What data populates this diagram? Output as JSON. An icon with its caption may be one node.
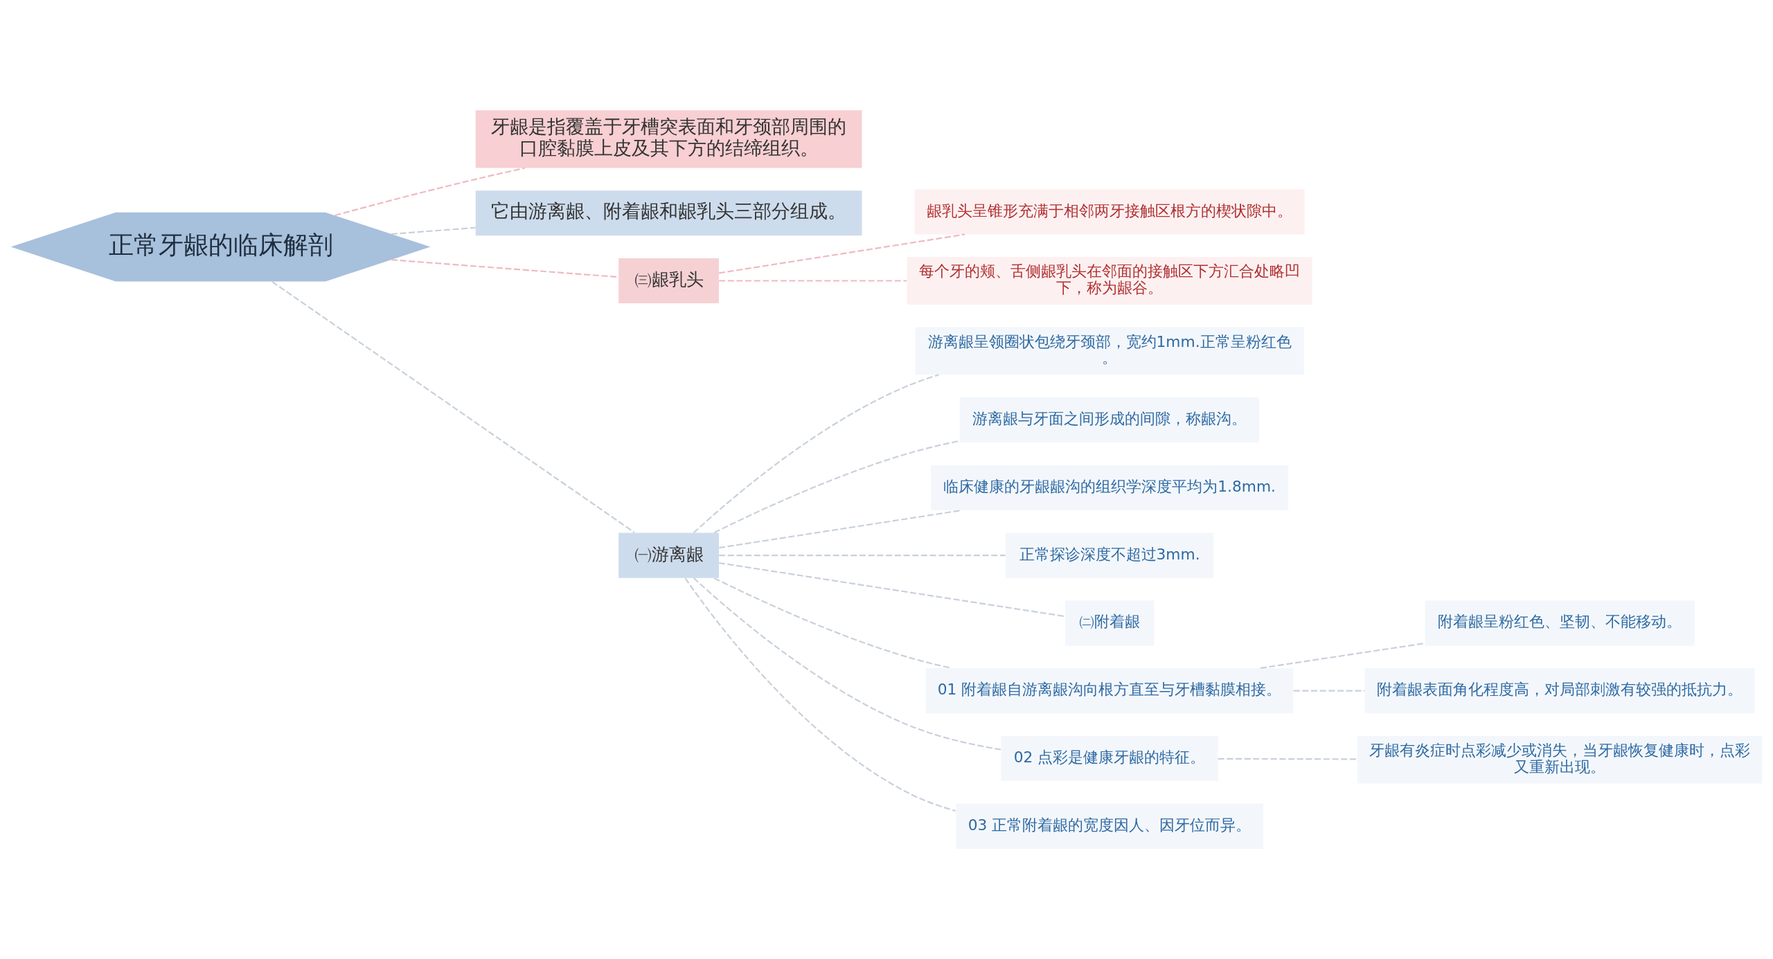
{
  "diagram": {
    "nodes": [
      {
        "text": [
          "正常牙龈的临床解剖"
        ]
      },
      {
        "text": [
          "牙龈是指覆盖于牙槽突表面和牙颈部周围的口腔黏膜上皮及其下方的结缔组织。"
        ]
      },
      {
        "text": [
          "它由游离龈、附着龈和龈乳头三部分组成。"
        ]
      },
      {
        "text": [
          "㈢龈乳头"
        ]
      },
      {
        "text": [
          "龈乳头呈锥形充满于相邻两牙接触区根方的楔状隙中。"
        ]
      },
      {
        "text": [
          "每个牙的颊、舌侧龈乳头在邻面的接触区下方汇合处略凹下，称为龈谷。"
        ]
      },
      {
        "text": [
          "㈠游离龈"
        ]
      },
      {
        "text": [
          "游离龈呈领圈状包绕牙颈部，宽约1mm.正常呈粉红色。"
        ]
      },
      {
        "text": [
          "游离龈与牙面之间形成的间隙，称龈沟。"
        ]
      },
      {
        "text": [
          "临床健康的牙龈龈沟的组织学深度平均为1.8mm."
        ]
      },
      {
        "text": [
          "正常探诊深度不超过3mm."
        ]
      },
      {
        "text": [
          "㈡附着龈"
        ]
      },
      {
        "text": [
          "01 附着龈自游离龈沟向根方直至与牙槽黏膜相接。"
        ]
      },
      {
        "text": [
          "附着龈呈粉红色、坚韧、不能移动。"
        ]
      },
      {
        "text": [
          "附着龈表面角化程度高，对局部刺激有较强的抵抗力。"
        ]
      },
      {
        "text": [
          "02 点彩是健康牙龈的特征。"
        ]
      },
      {
        "text": [
          "牙龈有炎症时点彩减少或消失，当牙龈恢复健康时，点彩又重新出现。"
        ]
      },
      {
        "text": [
          "03 正常附着龈的宽度因人、因牙位而异。"
        ]
      }
    ],
    "edges": [
      {
        "from": 0,
        "to": 1,
        "arrow": "none",
        "style": "dashed",
        "color": "#f0b8c0"
      },
      {
        "from": 0,
        "to": 2,
        "arrow": "none",
        "style": "dashed"
      },
      {
        "from": 0,
        "to": 3,
        "arrow": "none",
        "style": "dashed",
        "color": "#f0b8c0"
      },
      {
        "from": 3,
        "to": 4,
        "arrow": "none",
        "style": "dashed",
        "color": "#f0b8c0"
      },
      {
        "from": 3,
        "to": 5,
        "arrow": "none",
        "style": "dashed",
        "color": "#f0b8c0"
      },
      {
        "from": 0,
        "to": 6,
        "arrow": "none",
        "style": "dashed"
      },
      {
        "from": 6,
        "to": 7,
        "arrow": "none",
        "style": "dashed"
      },
      {
        "from": 6,
        "to": 8,
        "arrow": "none",
        "style": "dashed"
      },
      {
        "from": 6,
        "to": 9,
        "arrow": "none",
        "style": "dashed"
      },
      {
        "from": 6,
        "to": 10,
        "arrow": "none",
        "style": "dashed"
      },
      {
        "from": 6,
        "to": 11,
        "arrow": "none",
        "style": "dashed"
      },
      {
        "from": 6,
        "to": 12,
        "arrow": "none",
        "style": "dashed"
      },
      {
        "from": 12,
        "to": 13,
        "arrow": "none",
        "style": "dashed"
      },
      {
        "from": 12,
        "to": 14,
        "arrow": "none",
        "style": "dashed"
      },
      {
        "from": 6,
        "to": 15,
        "arrow": "none",
        "style": "dashed"
      },
      {
        "from": 15,
        "to": 16,
        "arrow": "none",
        "style": "dashed"
      },
      {
        "from": 6,
        "to": 17,
        "arrow": "none",
        "style": "dashed"
      }
    ]
  }
}
